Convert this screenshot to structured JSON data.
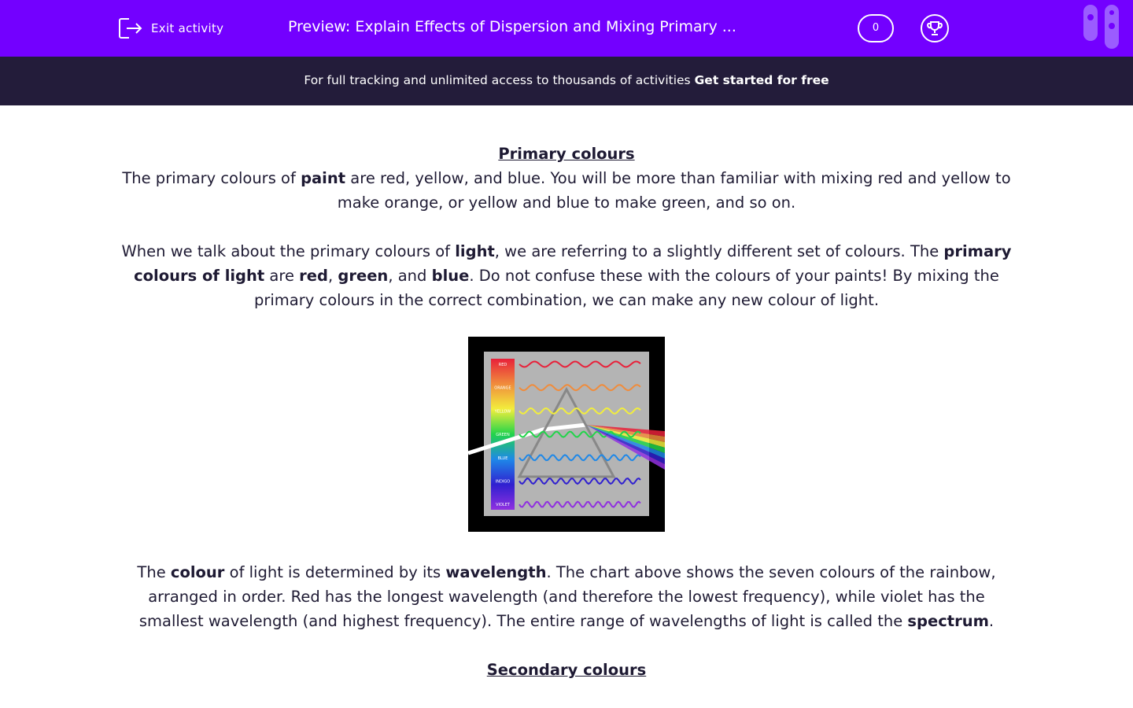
{
  "header": {
    "exit_label": "Exit activity",
    "title": "Preview: Explain Effects of Dispersion and Mixing Primary ...",
    "score": "0"
  },
  "banner": {
    "text": "For full tracking and unlimited access to thousands of activities ",
    "cta": "Get started for free"
  },
  "content": {
    "heading1": "Primary colours",
    "p1": [
      "The primary colours of ",
      "paint",
      " are red, yellow, and blue. You will be more than familiar with mixing red and yellow to make orange, or yellow and blue to make green, and so on."
    ],
    "p2": [
      "When we talk about the primary colours of ",
      "light",
      ", we are referring to a slightly different set of colours. The ",
      "primary colours of light",
      " are ",
      "red",
      ", ",
      "green",
      ", and ",
      "blue",
      ". Do not confuse these with the colours of your paints! By mixing the primary colours in the correct combination, we can make any new colour of light."
    ],
    "figure": {
      "labels": [
        "RED",
        "ORANGE",
        "YELLOW",
        "GREEN",
        "BLUE",
        "INDIGO",
        "VIOLET"
      ],
      "colors": [
        "#e8213a",
        "#f08c3c",
        "#f2ee3c",
        "#22d44a",
        "#1e88e8",
        "#3020d0",
        "#9030e0"
      ]
    },
    "p3": [
      "The ",
      "colour",
      " of light is determined by its ",
      "wavelength",
      ". The chart above shows the seven colours of the rainbow, arranged in order. Red has the longest wavelength (and therefore the lowest frequency), while violet has the smallest wavelength (and highest frequency). The entire range of wavelengths of light is called the ",
      "spectrum",
      "."
    ],
    "heading2": "Secondary colours"
  }
}
